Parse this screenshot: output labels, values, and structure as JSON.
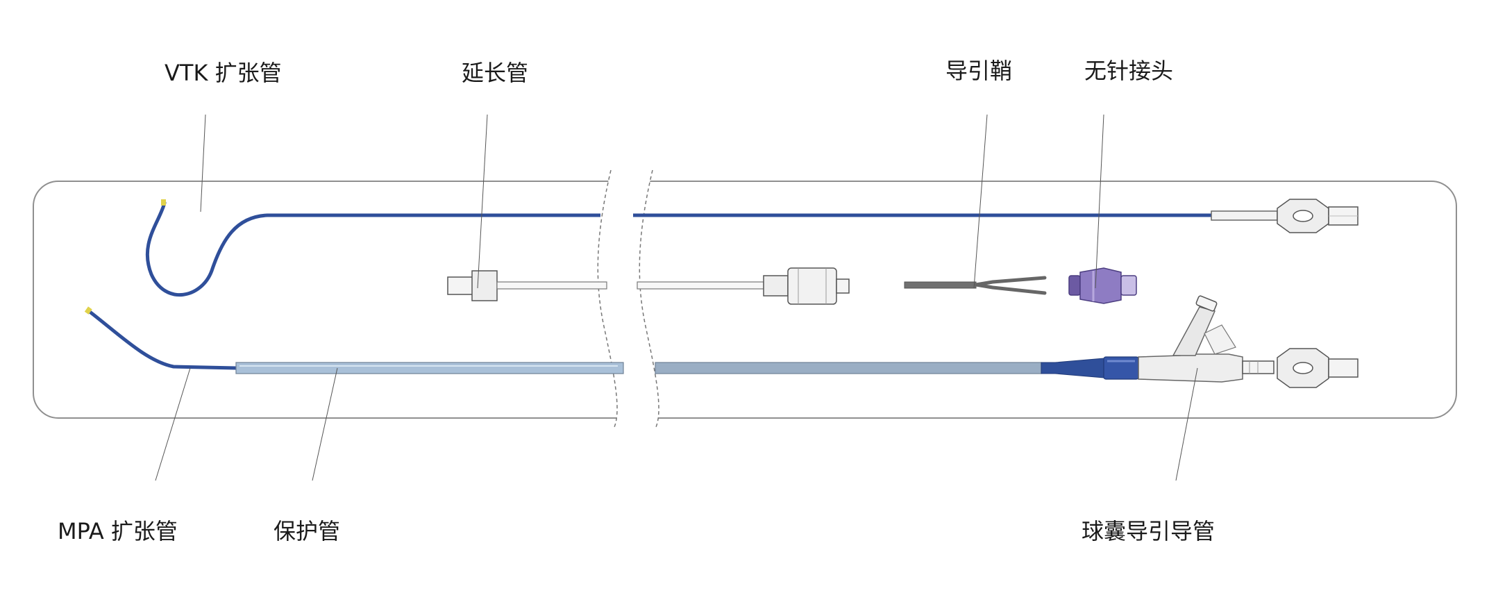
{
  "labels": {
    "vtk_dilator": "VTK 扩张管",
    "extension_tube": "延长管",
    "guide_sheath": "导引鞘",
    "needleless_connector": "无针接头",
    "mpa_dilator": "MPA 扩张管",
    "protective_tube": "保护管",
    "balloon_guide_catheter": "球囊导引导管"
  },
  "colors": {
    "catheter_blue": "#2f4f9a",
    "sheath_light_blue": "#9fb6cf",
    "tray_outline": "#8a8a8a",
    "connector_purple": "#7b68b0",
    "tip_yellow": "#e0d24a"
  }
}
